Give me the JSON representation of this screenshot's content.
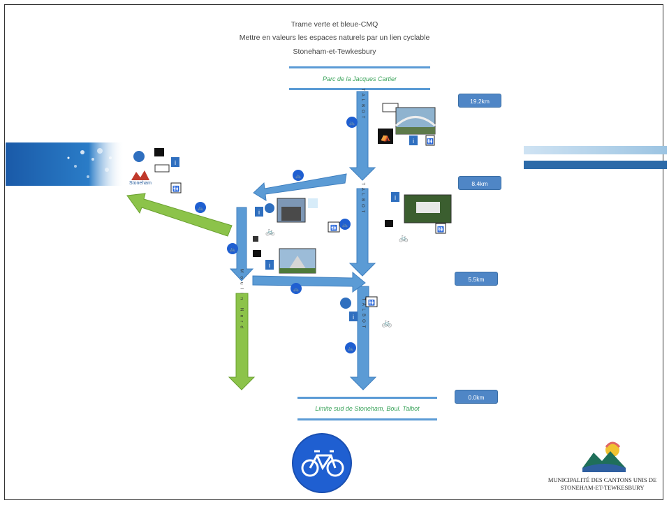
{
  "title": {
    "line1": "Trame verte et bleue-CMQ",
    "line2": "Mettre en valeurs les espaces naturels par un lien cyclable",
    "line3": "Stoneham-et-Tewkesbury"
  },
  "places": {
    "top": "Parc de la Jacques Cartier",
    "bottom": "Limite sud de Stoneham, Boul. Talbot"
  },
  "distances": {
    "d1": "19.2km",
    "d2": "8.4km",
    "d3": "5.5km",
    "d4": "0.0km"
  },
  "routes": {
    "talbot": "TALBOT",
    "moulin_nord": "Moulin Nord",
    "stoneham_label": "Stoneham"
  },
  "municipality": {
    "line1": "MUNICIPALITÉ DES CANTONS UNIS DE",
    "line2": "STONEHAM-ET-TEWKESBURY"
  },
  "colors": {
    "route_blue": "#5b9bd5",
    "route_green": "#8cc34a",
    "badge_blue": "#4f86c6",
    "text_green": "#3aa35a",
    "cycle_sign": "#1f5fd1"
  },
  "icons": [
    "bicycle-icon",
    "toilet-icon",
    "info-icon",
    "parking-icon",
    "picnic-icon",
    "bicycle-repair-icon",
    "lookout-icon"
  ]
}
